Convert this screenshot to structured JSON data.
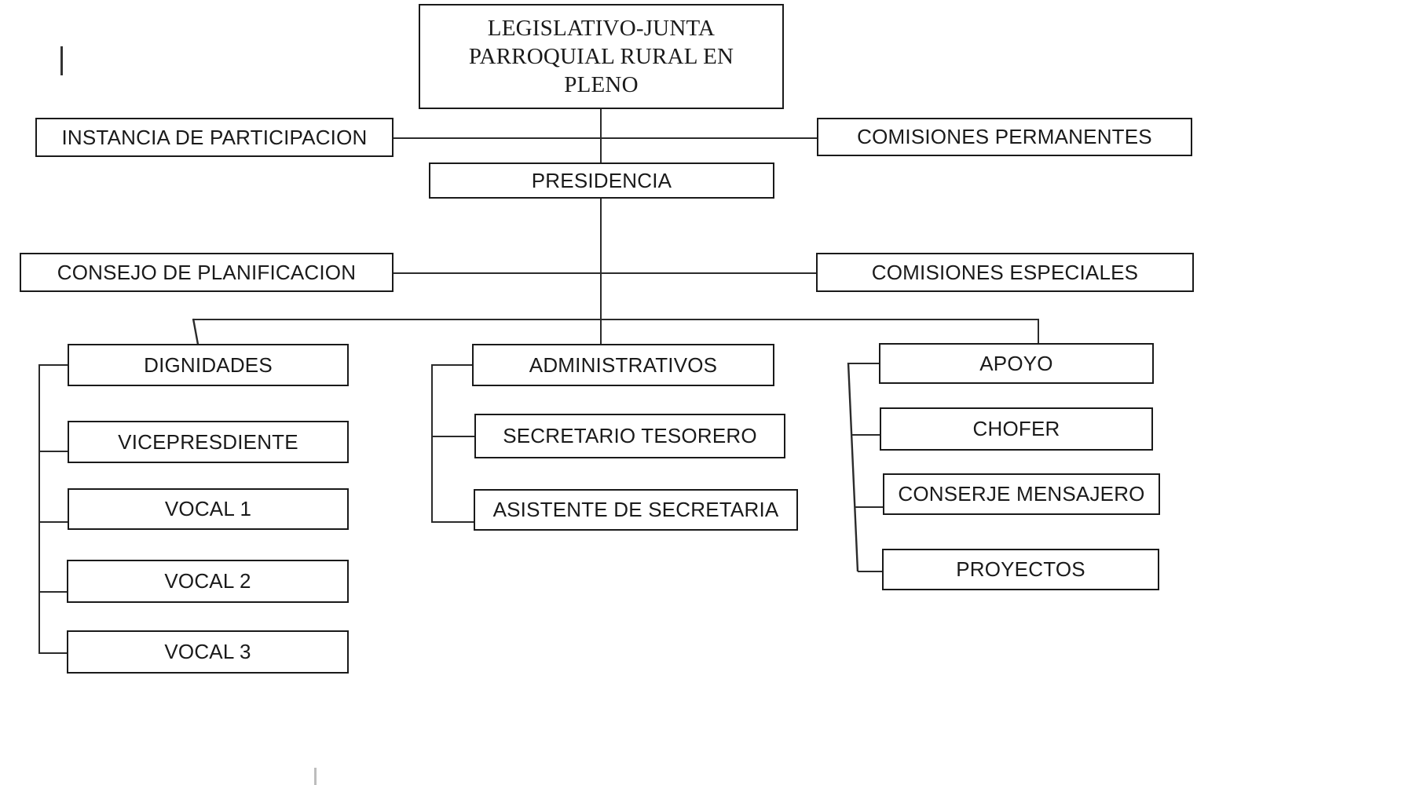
{
  "chart_data": {
    "type": "diagram",
    "subtype": "organizational-chart",
    "title": "LEGISLATIVO-JUNTA PARROQUIAL RURAL EN PLENO",
    "language": "es",
    "nodes": [
      {
        "id": "root",
        "label": "LEGISLATIVO-JUNTA\nPARROQUIAL RURAL EN\nPLENO",
        "level": 0
      },
      {
        "id": "instancia",
        "label": "INSTANCIA DE PARTICIPACION",
        "level": 1
      },
      {
        "id": "comper",
        "label": "COMISIONES PERMANENTES",
        "level": 1
      },
      {
        "id": "presi",
        "label": "PRESIDENCIA",
        "level": 1
      },
      {
        "id": "consejo",
        "label": "CONSEJO DE PLANIFICACION",
        "level": 2
      },
      {
        "id": "comesp",
        "label": "COMISIONES ESPECIALES",
        "level": 2
      },
      {
        "id": "dign",
        "label": "DIGNIDADES",
        "level": 3
      },
      {
        "id": "admin",
        "label": "ADMINISTRATIVOS",
        "level": 3
      },
      {
        "id": "apoyo",
        "label": "APOYO",
        "level": 3
      },
      {
        "id": "vice",
        "label": "VICEPRESDIENTE",
        "level": 4
      },
      {
        "id": "voc1",
        "label": "VOCAL 1",
        "level": 4
      },
      {
        "id": "voc2",
        "label": "VOCAL 2",
        "level": 4
      },
      {
        "id": "voc3",
        "label": "VOCAL 3",
        "level": 4
      },
      {
        "id": "sectes",
        "label": "SECRETARIO TESORERO",
        "level": 4
      },
      {
        "id": "asissec",
        "label": "ASISTENTE DE SECRETARIA",
        "level": 4
      },
      {
        "id": "chofer",
        "label": "CHOFER",
        "level": 4
      },
      {
        "id": "conserje",
        "label": "CONSERJE MENSAJERO",
        "level": 4
      },
      {
        "id": "proyectos",
        "label": "PROYECTOS",
        "level": 4
      }
    ],
    "edges": [
      {
        "from": "root",
        "to": "presi"
      },
      {
        "from": "root",
        "to": "instancia"
      },
      {
        "from": "root",
        "to": "comper"
      },
      {
        "from": "presi",
        "to": "consejo"
      },
      {
        "from": "presi",
        "to": "comesp"
      },
      {
        "from": "presi",
        "to": "dign"
      },
      {
        "from": "presi",
        "to": "admin"
      },
      {
        "from": "presi",
        "to": "apoyo"
      },
      {
        "from": "dign",
        "to": "vice"
      },
      {
        "from": "dign",
        "to": "voc1"
      },
      {
        "from": "dign",
        "to": "voc2"
      },
      {
        "from": "dign",
        "to": "voc3"
      },
      {
        "from": "admin",
        "to": "sectes"
      },
      {
        "from": "admin",
        "to": "asissec"
      },
      {
        "from": "apoyo",
        "to": "chofer"
      },
      {
        "from": "apoyo",
        "to": "conserje"
      },
      {
        "from": "apoyo",
        "to": "proyectos"
      }
    ],
    "colors": {
      "line": "#2b2b2b",
      "border": "#1a1a1a",
      "text": "#1a1a1a",
      "background": "#ffffff"
    }
  },
  "chart": {
    "root": {
      "label": "LEGISLATIVO-JUNTA\nPARROQUIAL RURAL EN\nPLENO"
    },
    "instancia": {
      "label": "INSTANCIA DE PARTICIPACION"
    },
    "comper": {
      "label": "COMISIONES PERMANENTES"
    },
    "presi": {
      "label": "PRESIDENCIA"
    },
    "consejo": {
      "label": "CONSEJO DE PLANIFICACION"
    },
    "comesp": {
      "label": "COMISIONES ESPECIALES"
    },
    "dign": {
      "label": "DIGNIDADES"
    },
    "admin": {
      "label": "ADMINISTRATIVOS"
    },
    "apoyo": {
      "label": "APOYO"
    },
    "vice": {
      "label": "VICEPRESDIENTE"
    },
    "voc1": {
      "label": "VOCAL 1"
    },
    "voc2": {
      "label": "VOCAL 2"
    },
    "voc3": {
      "label": "VOCAL 3"
    },
    "sectes": {
      "label": "SECRETARIO TESORERO"
    },
    "asissec": {
      "label": "ASISTENTE DE SECRETARIA"
    },
    "chofer": {
      "label": "CHOFER"
    },
    "conserje": {
      "label": "CONSERJE MENSAJERO"
    },
    "proyectos": {
      "label": "PROYECTOS"
    }
  }
}
